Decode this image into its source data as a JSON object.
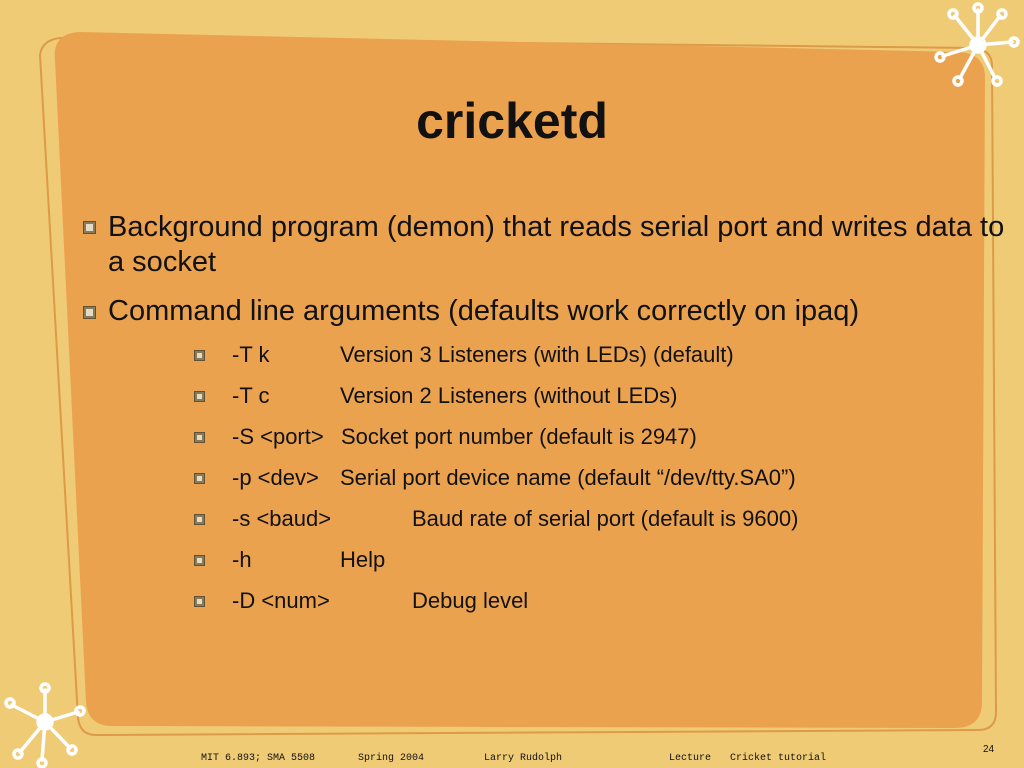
{
  "slide": {
    "title": "cricketd",
    "bullets": [
      "Background program (demon) that reads serial port and writes data to a socket",
      "Command line arguments (defaults work correctly on ipaq)"
    ],
    "args": [
      {
        "flag": "-T k",
        "desc": "Version 3 Listeners (with LEDs) (default)"
      },
      {
        "flag": "-T c",
        "desc": "Version 2 Listeners (without LEDs)"
      },
      {
        "flag": "-S <port>",
        "desc": "Socket port number (default is 2947)"
      },
      {
        "flag": "-p <dev>",
        "desc": "Serial port device name (default “/dev/tty.SA0”)"
      },
      {
        "flag": "-s <baud>",
        "desc": "Baud rate of serial port (default is 9600)"
      },
      {
        "flag": "-h",
        "desc": "Help"
      },
      {
        "flag": "-D <num>",
        "desc": "Debug level"
      }
    ]
  },
  "footer": {
    "course": "MIT 6.893; SMA 5508",
    "term": "Spring 2004",
    "author": "Larry Rudolph",
    "type": "Lecture",
    "topic": "Cricket tutorial",
    "page": "24"
  },
  "colors": {
    "background": "#f0cb76",
    "panel": "#eba24f",
    "panel_outline": "#d08638",
    "decoration": "#ffffff"
  },
  "icons": [
    "star-burst-icon",
    "star-burst-icon"
  ]
}
